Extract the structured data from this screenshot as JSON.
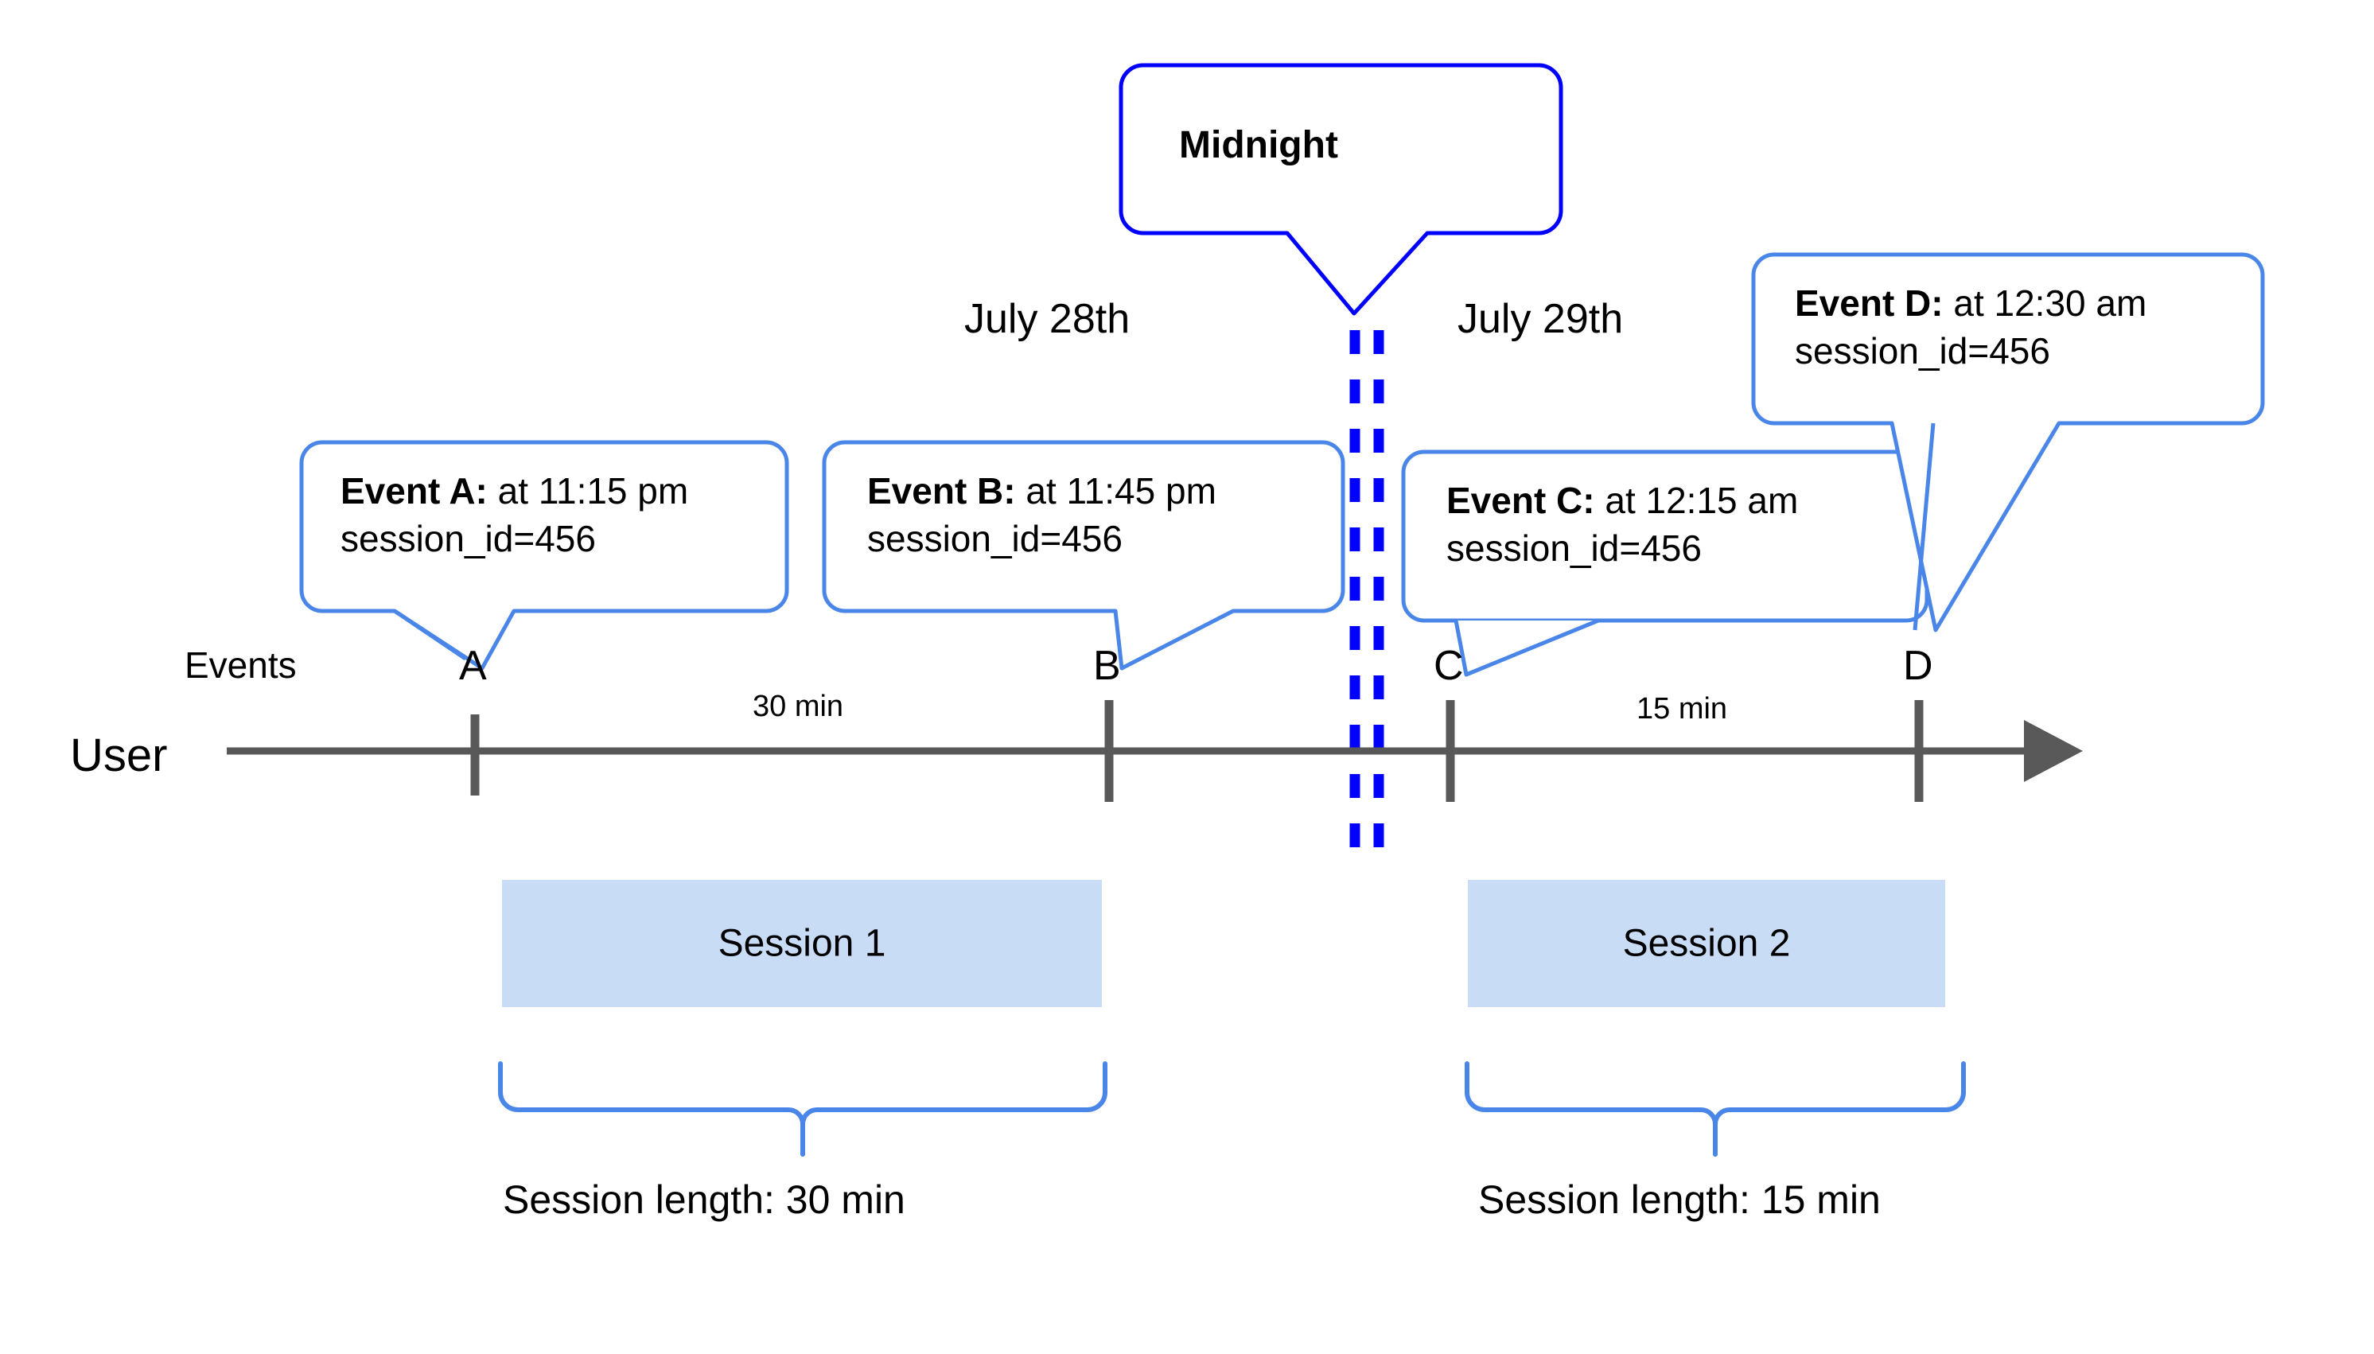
{
  "diagram": {
    "title_callout": {
      "label": "Midnight"
    },
    "dates": [
      {
        "label": "July 28th"
      },
      {
        "label": "July 29th"
      }
    ],
    "axis": {
      "row_label": "User",
      "events_label": "Events"
    },
    "events": [
      {
        "marker": "A",
        "name": "Event A:",
        "detail": " at 11:15 pm",
        "attribute": "session_id=456"
      },
      {
        "marker": "B",
        "name": "Event B:",
        "detail": " at 11:45 pm",
        "attribute": "session_id=456"
      },
      {
        "marker": "C",
        "name": "Event C:",
        "detail": " at 12:15 am",
        "attribute": "session_id=456"
      },
      {
        "marker": "D",
        "name": "Event D:",
        "detail": " at 12:30 am",
        "attribute": "session_id=456"
      }
    ],
    "durations": [
      {
        "label": "30 min"
      },
      {
        "label": "15 min"
      }
    ],
    "sessions": [
      {
        "bar_label": "Session 1",
        "length_label": "Session length: 30 min"
      },
      {
        "bar_label": "Session 2",
        "length_label": "Session length: 15 min"
      }
    ],
    "colors": {
      "callout_border": "#4a86e8",
      "midnight_border": "#0000ff",
      "midnight_dash": "#0000ff",
      "axis": "#595959",
      "session_fill": "#c9dcf5",
      "brace": "#4a86e8",
      "text": "#000000"
    }
  }
}
